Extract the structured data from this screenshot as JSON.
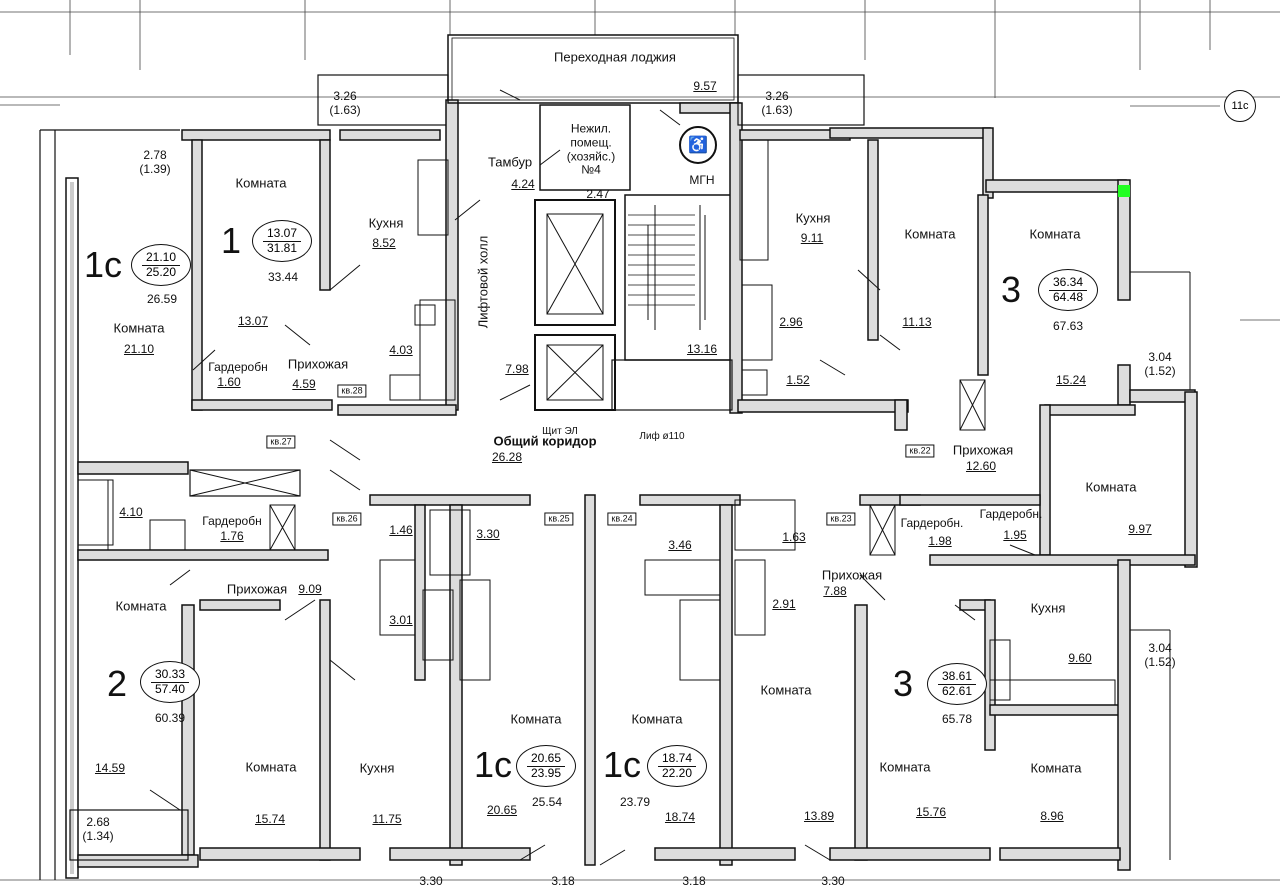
{
  "axis_marker": "11с",
  "common": {
    "loggia_label": "Переходная лоджия",
    "loggia_area": "9.57",
    "vestibule_label": "Тамбур",
    "vestibule_area": "4.24",
    "nonres_label": "Нежил. помещ. (хозяйс.) №4",
    "nonres_area": "2.47",
    "mgn": "МГН",
    "lift_hall_label": "Лифтовой холл",
    "lift_hall_area": "7.98",
    "stair_area": "13.16",
    "corridor_label": "Общий коридор",
    "corridor_area": "26.28",
    "panel_label": "Щит ЭЛ",
    "hydrant_label": "Лиф ø110"
  },
  "loggias": [
    {
      "a": "3.26",
      "b": "(1.63)"
    },
    {
      "a": "3.26",
      "b": "(1.63)"
    },
    {
      "a": "2.78",
      "b": "(1.39)"
    },
    {
      "a": "3.04",
      "b": "(1.52)"
    },
    {
      "a": "3.04",
      "b": "(1.52)"
    },
    {
      "a": "2.68",
      "b": "(1.34)"
    }
  ],
  "bottom_balconies": [
    "3.30",
    "3.18",
    "3.18",
    "3.30"
  ],
  "apartments": [
    {
      "tag": "кв.28",
      "rooms": "1",
      "living": "13.07",
      "general": "31.81",
      "total": "33.44"
    },
    {
      "tag": "кв.27",
      "rooms": "1с",
      "living": "21.10",
      "general": "25.20",
      "total": "26.59"
    },
    {
      "tag": "кв.22",
      "rooms": "3",
      "living": "36.34",
      "general": "64.48",
      "total": "67.63"
    },
    {
      "tag": "кв.26",
      "rooms": "2",
      "living": "30.33",
      "general": "57.40",
      "total": "60.39"
    },
    {
      "tag": "кв.25",
      "rooms": "1с",
      "living": "20.65",
      "general": "23.95",
      "total": "25.54"
    },
    {
      "tag": "кв.24",
      "rooms": "1с",
      "living": "18.74",
      "general": "22.20",
      "total": "23.79"
    },
    {
      "tag": "кв.23",
      "rooms": "3",
      "living": "38.61",
      "general": "62.61",
      "total": "65.78"
    }
  ],
  "words": {
    "room": "Комната",
    "kitchen": "Кухня",
    "hall": "Прихожая",
    "wardrobe": "Гардеробн.",
    "wardrobe2": "Гардеробн"
  },
  "areas": {
    "a28_room": "13.07",
    "a28_kitchen": "8.52",
    "a28_hall": "4.59",
    "a28_ward": "1.60",
    "a28_bath": "4.03",
    "a27_room": "21.10",
    "a27_bath": "4.10",
    "a27_ward": "1.76",
    "a22_room1": "11.13",
    "a22_room2": "15.24",
    "a22_room3": "9.97",
    "a22_kitchen": "9.11",
    "a22_bath": "2.96",
    "a22_wc": "1.52",
    "a22_hall": "12.60",
    "a22_ward": "1.95",
    "a26_room1": "14.59",
    "a26_room2": "15.74",
    "a26_kitchen": "11.75",
    "a26_hall": "9.09",
    "a26_wc": "1.46",
    "a26_bath": "3.01",
    "a25_room": "20.65",
    "a25_bath": "3.30",
    "a24_room": "18.74",
    "a24_bath": "3.46",
    "a23_room1": "13.89",
    "a23_room2": "15.76",
    "a23_room3": "8.96",
    "a23_kitchen": "9.60",
    "a23_hall": "7.88",
    "a23_ward": "1.98",
    "a23_wc": "1.63",
    "a23_bath": "2.91"
  }
}
